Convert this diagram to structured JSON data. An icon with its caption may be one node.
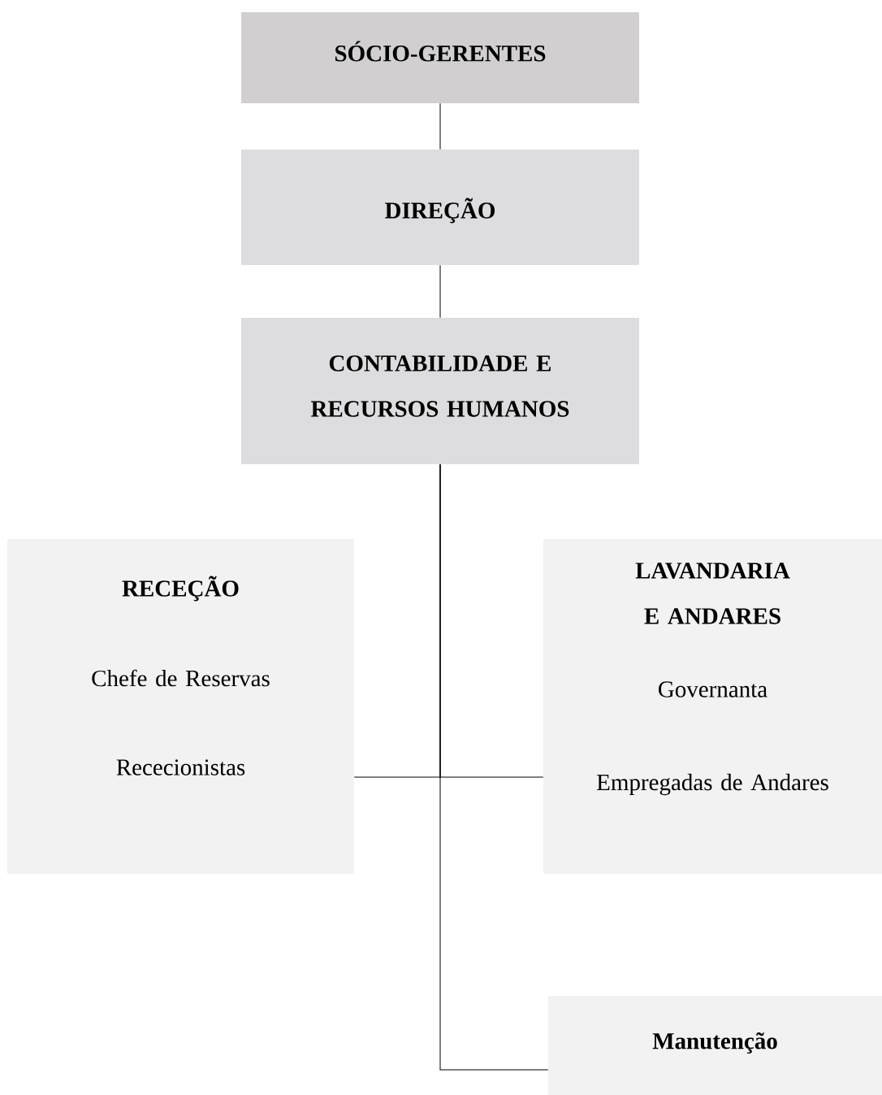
{
  "diagram": {
    "nodes": [
      {
        "text": [
          "SÓCIO-GERENTES"
        ]
      },
      {
        "text": [
          "DIREÇÃO"
        ]
      },
      {
        "text": [
          "CONTABILIDADE E RECURSOS HUMANOS"
        ]
      },
      {
        "text": [
          "RECEÇÃO",
          "Chefe de Reservas",
          "Rececionistas"
        ]
      },
      {
        "text": [
          "LAVANDARIA E ANDARES",
          "Governanta",
          "Empregadas de Andares"
        ]
      },
      {
        "text": [
          "Manutenção"
        ]
      }
    ],
    "edges": [
      {
        "from": 0,
        "to": 1,
        "arrow": "none"
      },
      {
        "from": 1,
        "to": 2,
        "arrow": "none"
      },
      {
        "from": 2,
        "to": 3,
        "arrow": "none"
      },
      {
        "from": 2,
        "to": 4,
        "arrow": "none"
      },
      {
        "from": 2,
        "to": 5,
        "arrow": "none"
      }
    ]
  }
}
